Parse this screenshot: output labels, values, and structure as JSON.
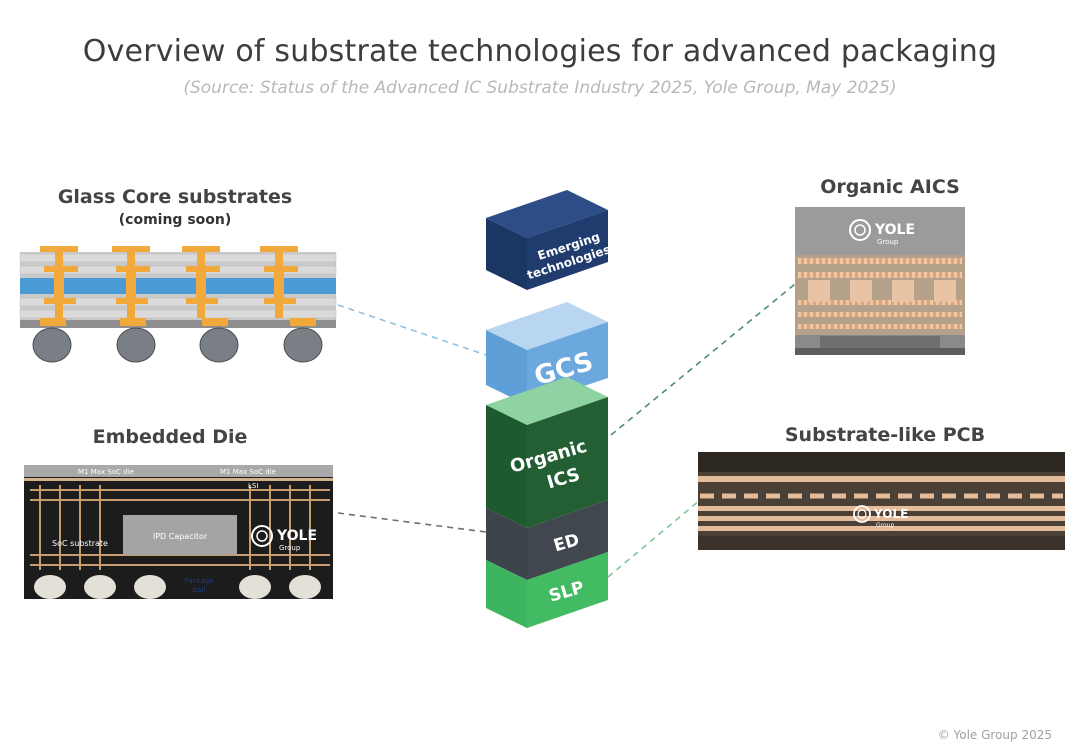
{
  "title": "Overview of substrate technologies for advanced packaging",
  "subtitle": "(Source: Status of the Advanced IC Substrate Industry 2025, Yole Group, May 2025)",
  "stack": {
    "emerging": [
      "Emerging",
      "technologies"
    ],
    "gcs": "GCS",
    "organic_ics": [
      "Organic",
      "ICS"
    ],
    "ed": "ED",
    "slp": "SLP"
  },
  "glass_core": {
    "title": "Glass Core substrates",
    "subtitle": "(coming soon)"
  },
  "organic_aics": {
    "title": "Organic AICS",
    "logo": {
      "name": "YOLE",
      "sub": "Group"
    }
  },
  "embedded_die": {
    "title": "Embedded Die",
    "labels": {
      "die_left": "M1 Max SoC die",
      "die_right": "M1 Max SoC die",
      "lsi": "LSI",
      "soc_substrate": "SoC substrate",
      "ipd": "IPD Capacitor",
      "package_ball": [
        "Package",
        "ball"
      ]
    },
    "logo": {
      "name": "YOLE",
      "sub": "Group"
    }
  },
  "slp": {
    "title": "Substrate-like PCB",
    "logo": {
      "name": "YOLE",
      "sub": "Group"
    }
  },
  "copyright": "© Yole Group 2025",
  "colors": {
    "navy": "#1c3664",
    "gcs_blue": "#5a9fd4",
    "organic_green": "#1f5a2f",
    "ed_gray": "#3e444b",
    "slp_green": "#3db55e",
    "copper": "#f2a93b",
    "glass_blue": "#4a9ad6"
  }
}
